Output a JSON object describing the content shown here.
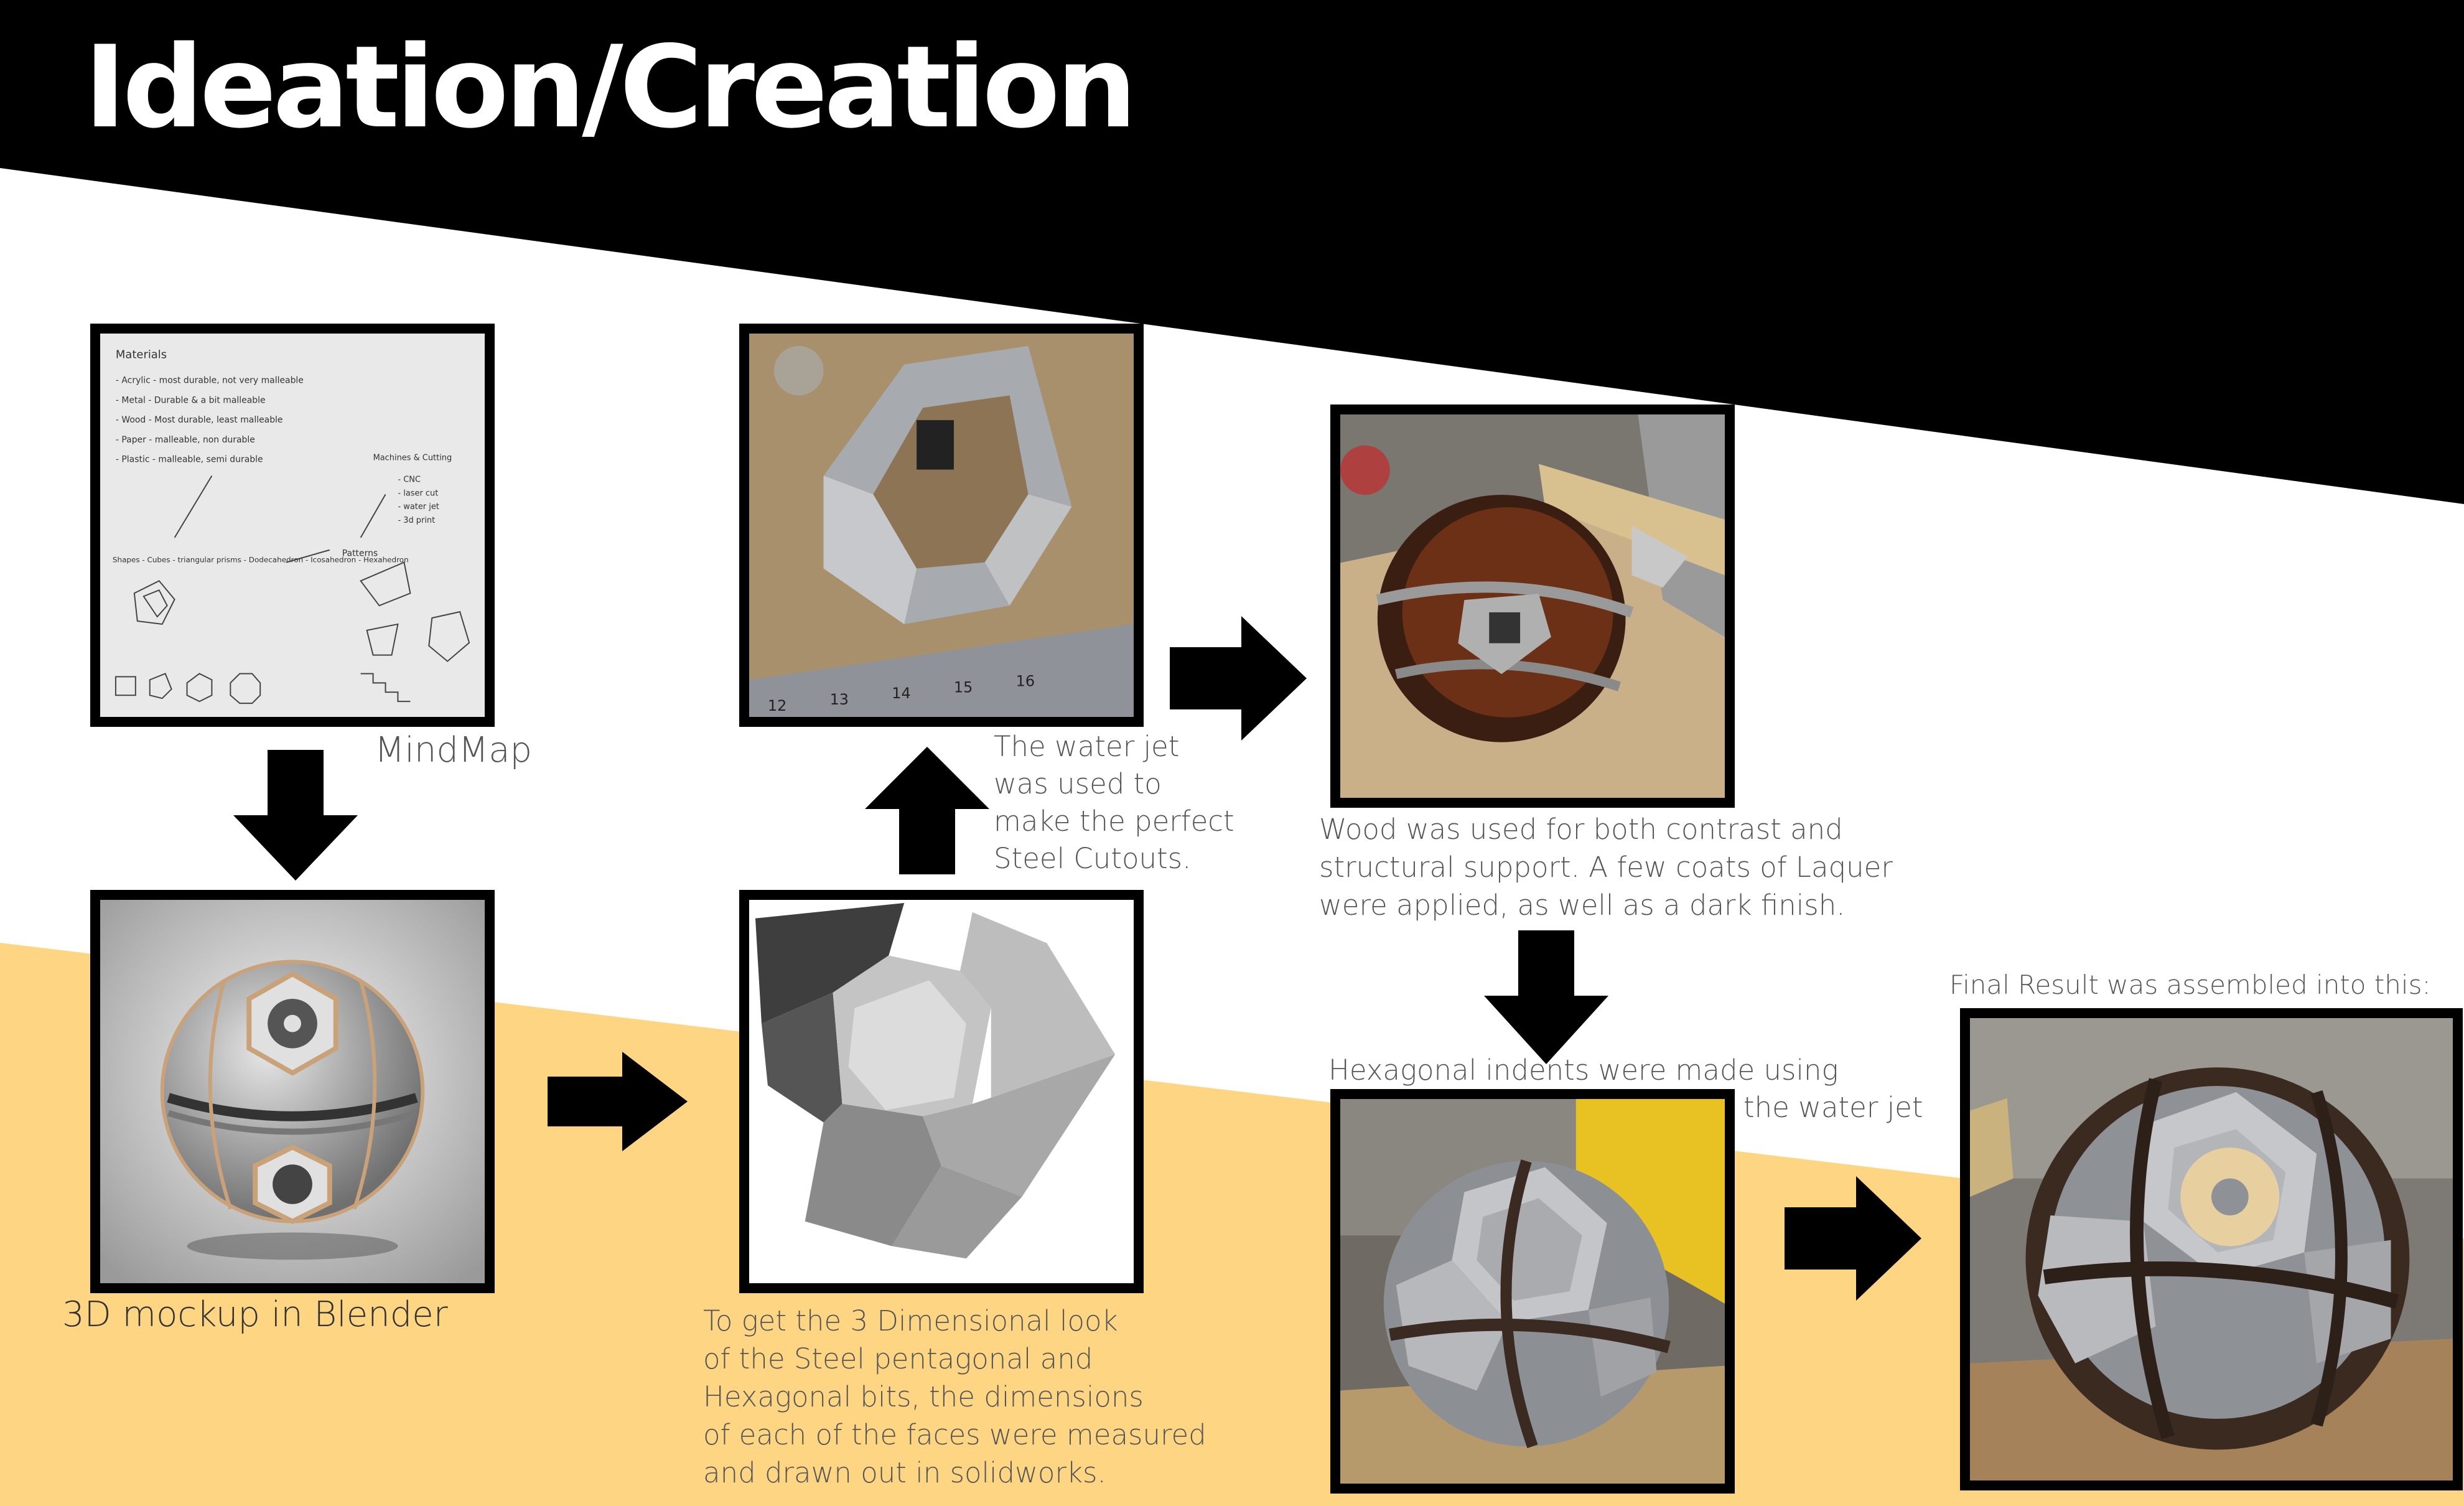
{
  "page": {
    "title": "Ideation/Creation",
    "colors": {
      "band_black": "#000000",
      "band_yellow": "#FED583",
      "frame": "#000000",
      "text": "#555555"
    }
  },
  "captions": {
    "mindmap": "MindMap",
    "mockup": "3D mockup in Blender",
    "waterjet": [
      "The water jet",
      "was used to",
      "make the perfect",
      "Steel Cutouts."
    ],
    "wood": [
      "Wood was used for both contrast and",
      "structural support. A few coats of Laquer",
      "were applied, as well as a dark finish."
    ],
    "solidworks": [
      "To get the 3 Dimensional look",
      "of the Steel pentagonal and",
      "Hexagonal bits, the dimensions",
      "of each of the faces were measured",
      "and drawn out in solidworks."
    ],
    "hex_line1": "Hexagonal indents were made using",
    "hex_line2": "the water jet",
    "final": "Final Result was assembled into this:"
  },
  "sketch": {
    "heading": "Materials",
    "lines": [
      "- Acrylic - most durable, not very malleable",
      "- Metal - Durable & a bit malleable",
      "- Wood - Most durable, least malleable",
      "- Paper - malleable, non durable",
      "- Plastic - malleable, semi durable"
    ],
    "shapes": "Shapes - Cubes - triangular prisms - Dodecahedron - Icosahedron - Hexahedron",
    "patterns": "Patterns",
    "machines": "Machines & Cutting",
    "machine_items": [
      "- CNC",
      "- laser cut",
      "- water jet",
      "- 3d print"
    ],
    "ruler_marks": [
      "12",
      "13",
      "14",
      "15",
      "16"
    ]
  }
}
